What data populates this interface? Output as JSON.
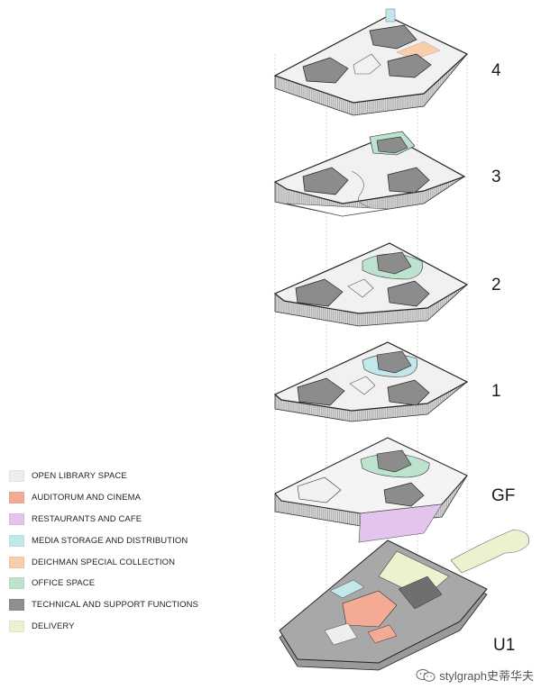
{
  "floors": [
    {
      "id": "4",
      "label": "4"
    },
    {
      "id": "3",
      "label": "3"
    },
    {
      "id": "2",
      "label": "2"
    },
    {
      "id": "1",
      "label": "1"
    },
    {
      "id": "GF",
      "label": "GF"
    },
    {
      "id": "U1",
      "label": "U1"
    }
  ],
  "legend": [
    {
      "label": "OPEN LIBRARY SPACE",
      "color": "#eeeeee"
    },
    {
      "label": "AUDITORUM AND CINEMA",
      "color": "#f4ab94"
    },
    {
      "label": "RESTAURANTS AND CAFE",
      "color": "#e3c4ec"
    },
    {
      "label": "MEDIA STORAGE AND DISTRIBUTION",
      "color": "#c3e8ec"
    },
    {
      "label": "DEICHMAN SPECIAL COLLECTION",
      "color": "#f8cfad"
    },
    {
      "label": "OFFICE SPACE",
      "color": "#bde3cf"
    },
    {
      "label": "TECHNICAL AND SUPPORT FUNCTIONS",
      "color": "#8f8f8f"
    },
    {
      "label": "DELIVERY",
      "color": "#eef1cf"
    }
  ],
  "watermark": {
    "text": "stylgraph史蒂华夫",
    "icon": "wechat-icon"
  }
}
